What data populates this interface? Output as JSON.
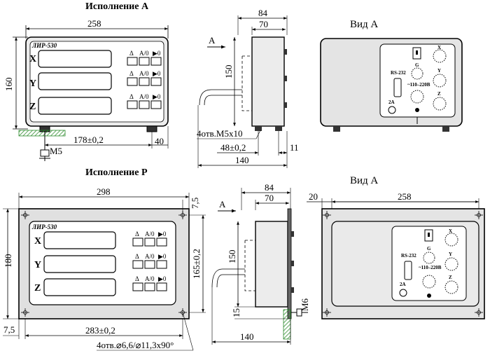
{
  "top": {
    "title": "Исполнение А",
    "front": {
      "width_dim": "258",
      "height_dim": "160",
      "feet_dim": "178±0,2",
      "foot_offset_dim": "40",
      "thread_label": "M5",
      "brand": "ЛИР-530",
      "axes": [
        "X",
        "Y",
        "Z"
      ],
      "key_labels": [
        "Δ",
        "A/0",
        "▶0"
      ]
    },
    "side": {
      "arrow_label": "А",
      "depth_dim": "84",
      "body_dim": "70",
      "height_dim": "150",
      "holes_label": "4отв.M5x10",
      "hole_spacing_dim": "48±0,2",
      "offset_dim": "11",
      "total_dim": "140"
    },
    "back": {
      "title": "Вид А",
      "rs_label": "RS-232",
      "voltage_label": "~110–220В",
      "fuse_label": "2А",
      "connector_letters": [
        "X",
        "G",
        "Y",
        "Z"
      ]
    }
  },
  "bottom": {
    "title": "Исполнение Р",
    "front": {
      "width_dim": "298",
      "height_dim": "180",
      "corner_dim": "7,5",
      "holes_span_dim": "165±0,2",
      "bottom_span_dim": "283±0,2",
      "left_offset_dim": "7,5",
      "holes_label": "4отв.⌀6,6/⌀11,3x90°",
      "brand": "ЛИР-530",
      "axes": [
        "X",
        "Y",
        "Z"
      ],
      "key_labels": [
        "Δ",
        "A/0",
        "▶0"
      ]
    },
    "side": {
      "arrow_label": "А",
      "depth_dim": "84",
      "body_dim": "70",
      "height_dim": "150",
      "flange_dim": "15",
      "thread_label": "M6",
      "total_dim": "140"
    },
    "back": {
      "title": "Вид А",
      "offset_dim": "20",
      "width_dim": "258",
      "rs_label": "RS-232",
      "voltage_label": "~110–220В",
      "fuse_label": "2А",
      "connector_letters": [
        "X",
        "G",
        "Y",
        "Z"
      ]
    }
  }
}
